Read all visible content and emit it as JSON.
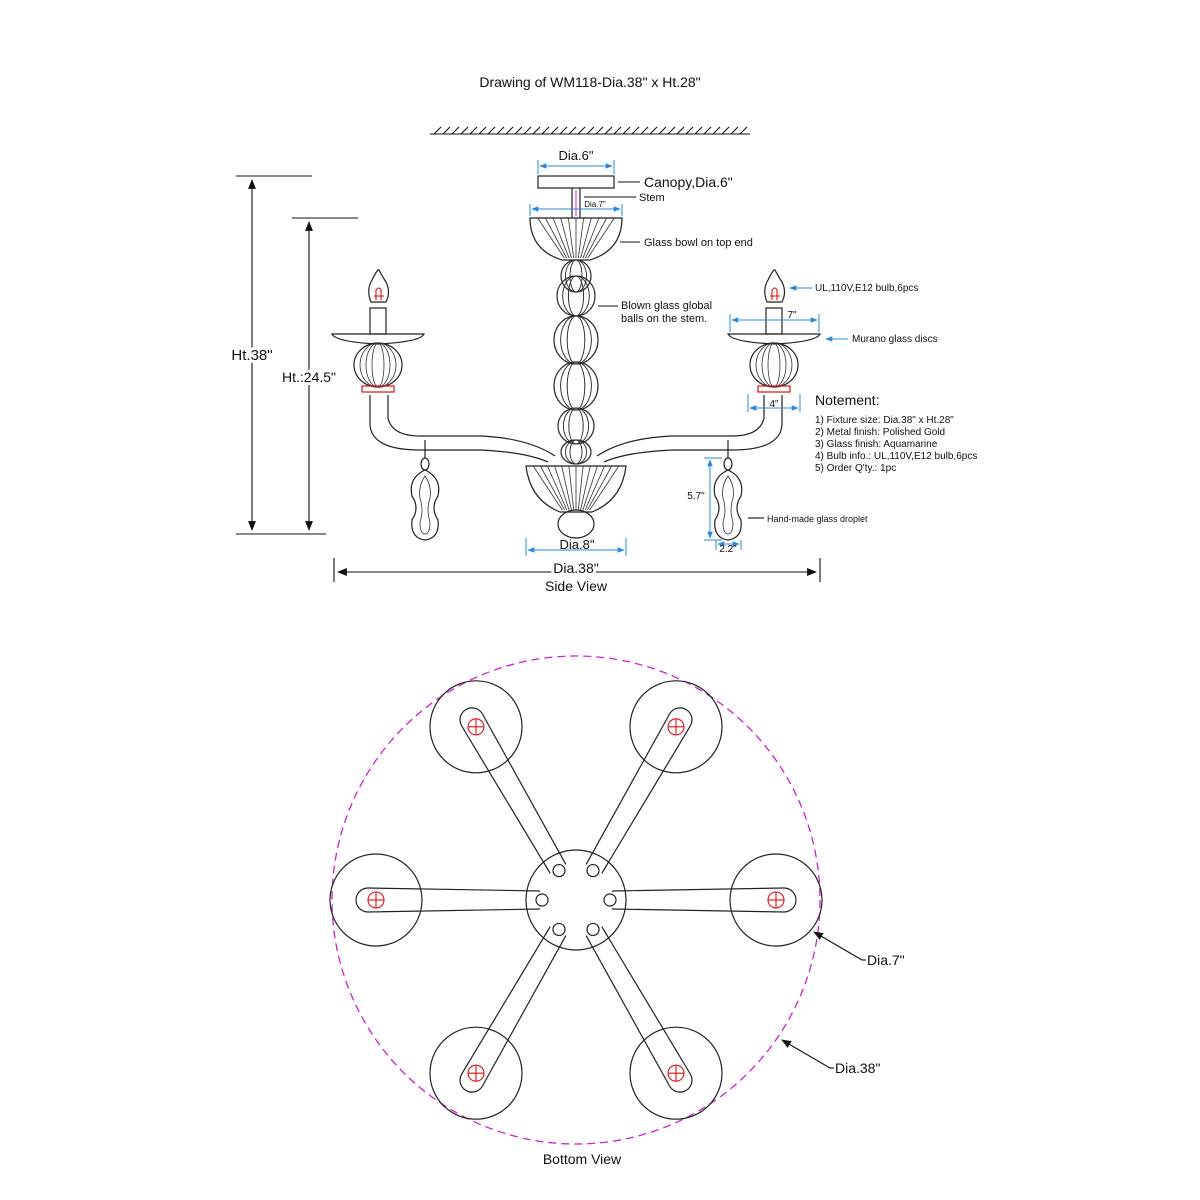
{
  "title": "Drawing of WM118-Dia.38\" x Ht.28\"",
  "side_view": {
    "caption": "Side View",
    "dimensions": {
      "canopy_width": "Dia.6\"",
      "stem_dia": "Dia.7\"",
      "bowl_bottom": "Dia.8\"",
      "overall_width": "Dia.38\"",
      "overall_height": "Ht.38\"",
      "arm_height": "Ht.:24.5\"",
      "disc_width": "7\"",
      "cup_width": "4\"",
      "droplet_height": "5.7\"",
      "droplet_width": "2.2\""
    },
    "callouts": {
      "canopy": "Canopy,Dia.6\"",
      "stem": "Stem",
      "bowl": "Glass bowl on top end",
      "balls_line1": "Blown glass global",
      "balls_line2": "balls on the stem.",
      "bulb": "UL,110V,E12 bulb,6pcs",
      "discs": "Murano glass discs",
      "droplet": "Hand-made glass droplet"
    }
  },
  "notes": {
    "heading": "Notement:",
    "items": [
      "1) Fixture size: Dia.38\" x Ht.28\"",
      "2) Metal finish: Polished Gold",
      "3) Glass finish: Aquamarine",
      "4) Bulb info.: UL,110V,E12 bulb,6pcs",
      "5) Order Q'ty.: 1pc"
    ]
  },
  "bottom_view": {
    "caption": "Bottom View",
    "disc_dia": "Dia.7\"",
    "overall_dia": "Dia.38\"",
    "arm_count": 6
  },
  "colors": {
    "line": "#222222",
    "dimension": "#2a8ae0",
    "bulb": "#e01010",
    "outline_circle": "#d020d0"
  }
}
